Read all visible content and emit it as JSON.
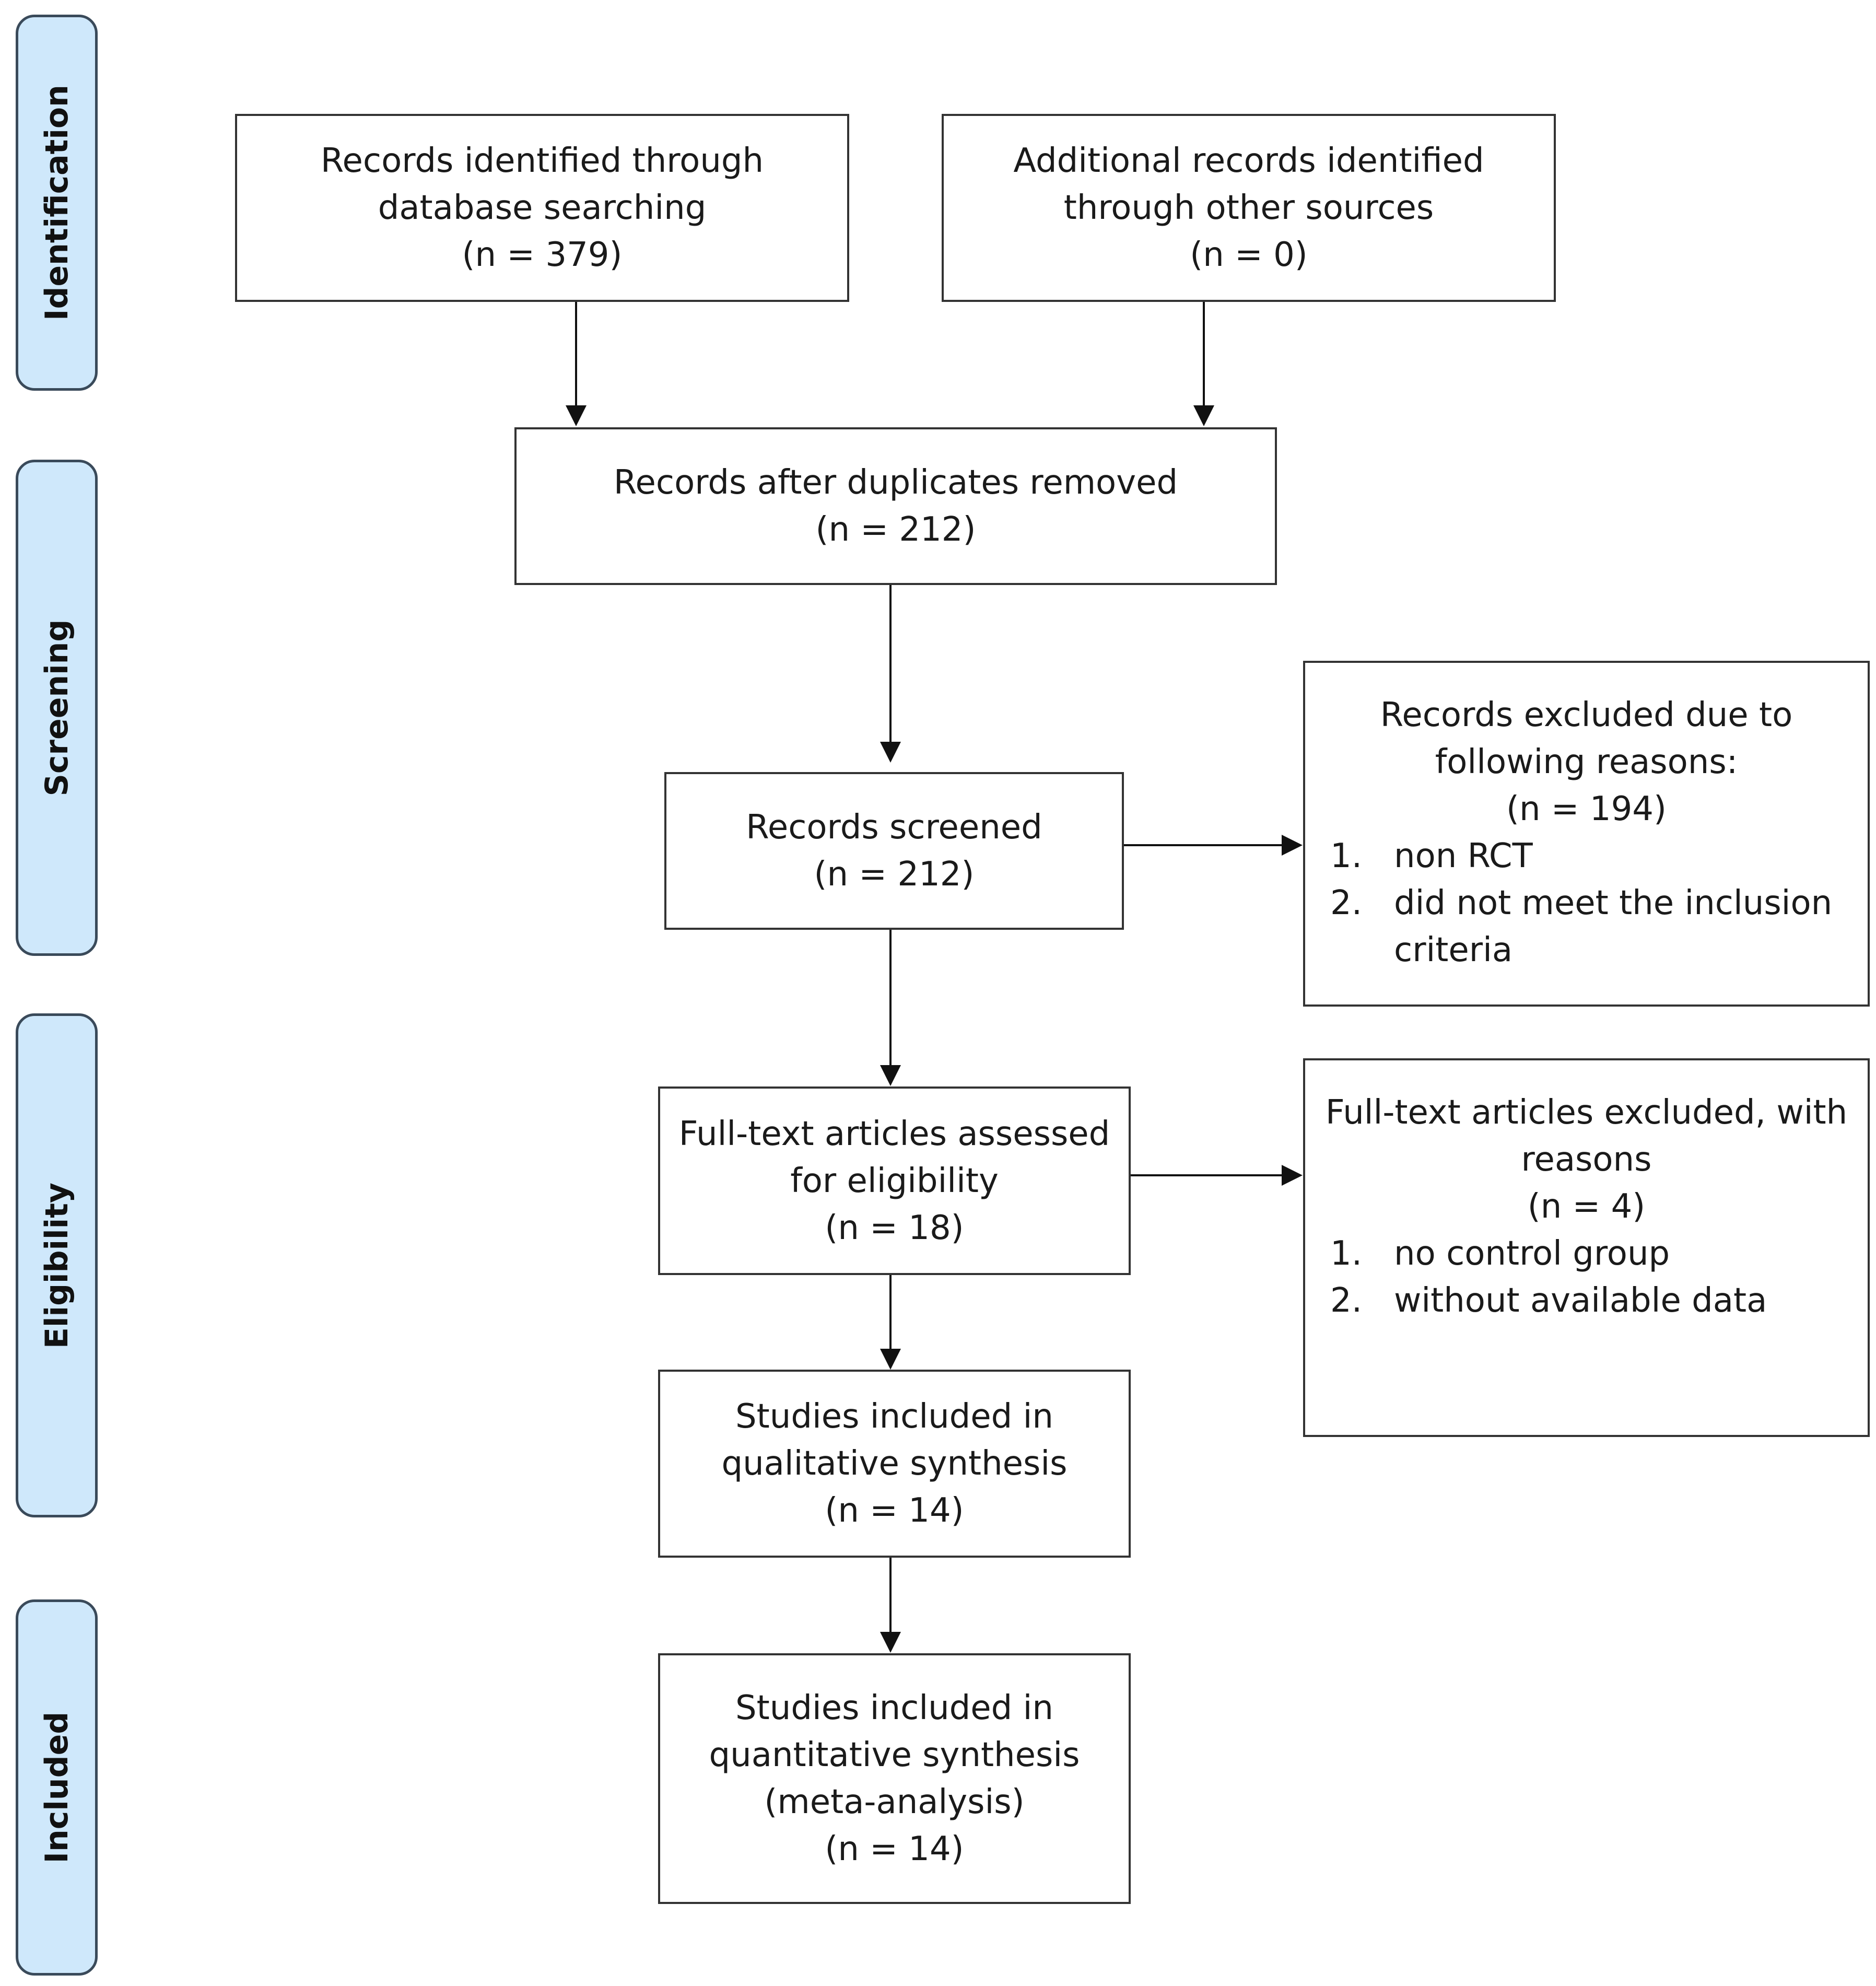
{
  "stages": [
    {
      "id": "identification",
      "label": "Identification"
    },
    {
      "id": "screening",
      "label": "Screening"
    },
    {
      "id": "eligibility",
      "label": "Eligibility"
    },
    {
      "id": "included",
      "label": "Included"
    }
  ],
  "boxes": {
    "database_search": {
      "lines": [
        "Records identified through",
        "database searching",
        "(n = 379)"
      ]
    },
    "other_sources": {
      "lines": [
        "Additional records identified",
        "through other sources",
        "(n = 0)"
      ]
    },
    "duplicates_removed": {
      "lines": [
        "Records after duplicates removed",
        "(n = 212)"
      ]
    },
    "records_screened": {
      "lines": [
        "Records screened",
        "(n = 212)"
      ]
    },
    "records_excluded": {
      "lines": [
        "Records excluded due to",
        "following reasons:",
        "(n = 194)"
      ],
      "reasons": [
        {
          "num": "1.",
          "text": "non RCT"
        },
        {
          "num": "2.",
          "text": "did not meet the inclusion criteria"
        }
      ]
    },
    "fulltext_assessed": {
      "lines": [
        "Full-text articles assessed",
        "for eligibility",
        "(n = 18)"
      ]
    },
    "fulltext_excluded": {
      "lines": [
        "Full-text articles excluded, with",
        "reasons",
        "(n = 4)"
      ],
      "reasons": [
        {
          "num": "1.",
          "text": "no control group"
        },
        {
          "num": "2.",
          "text": "without available data"
        }
      ]
    },
    "qualitative": {
      "lines": [
        "Studies included in",
        "qualitative synthesis",
        "(n = 14)"
      ]
    },
    "quantitative": {
      "lines": [
        "Studies included in",
        "quantitative synthesis",
        "(meta-analysis)",
        "(n = 14)"
      ]
    }
  }
}
